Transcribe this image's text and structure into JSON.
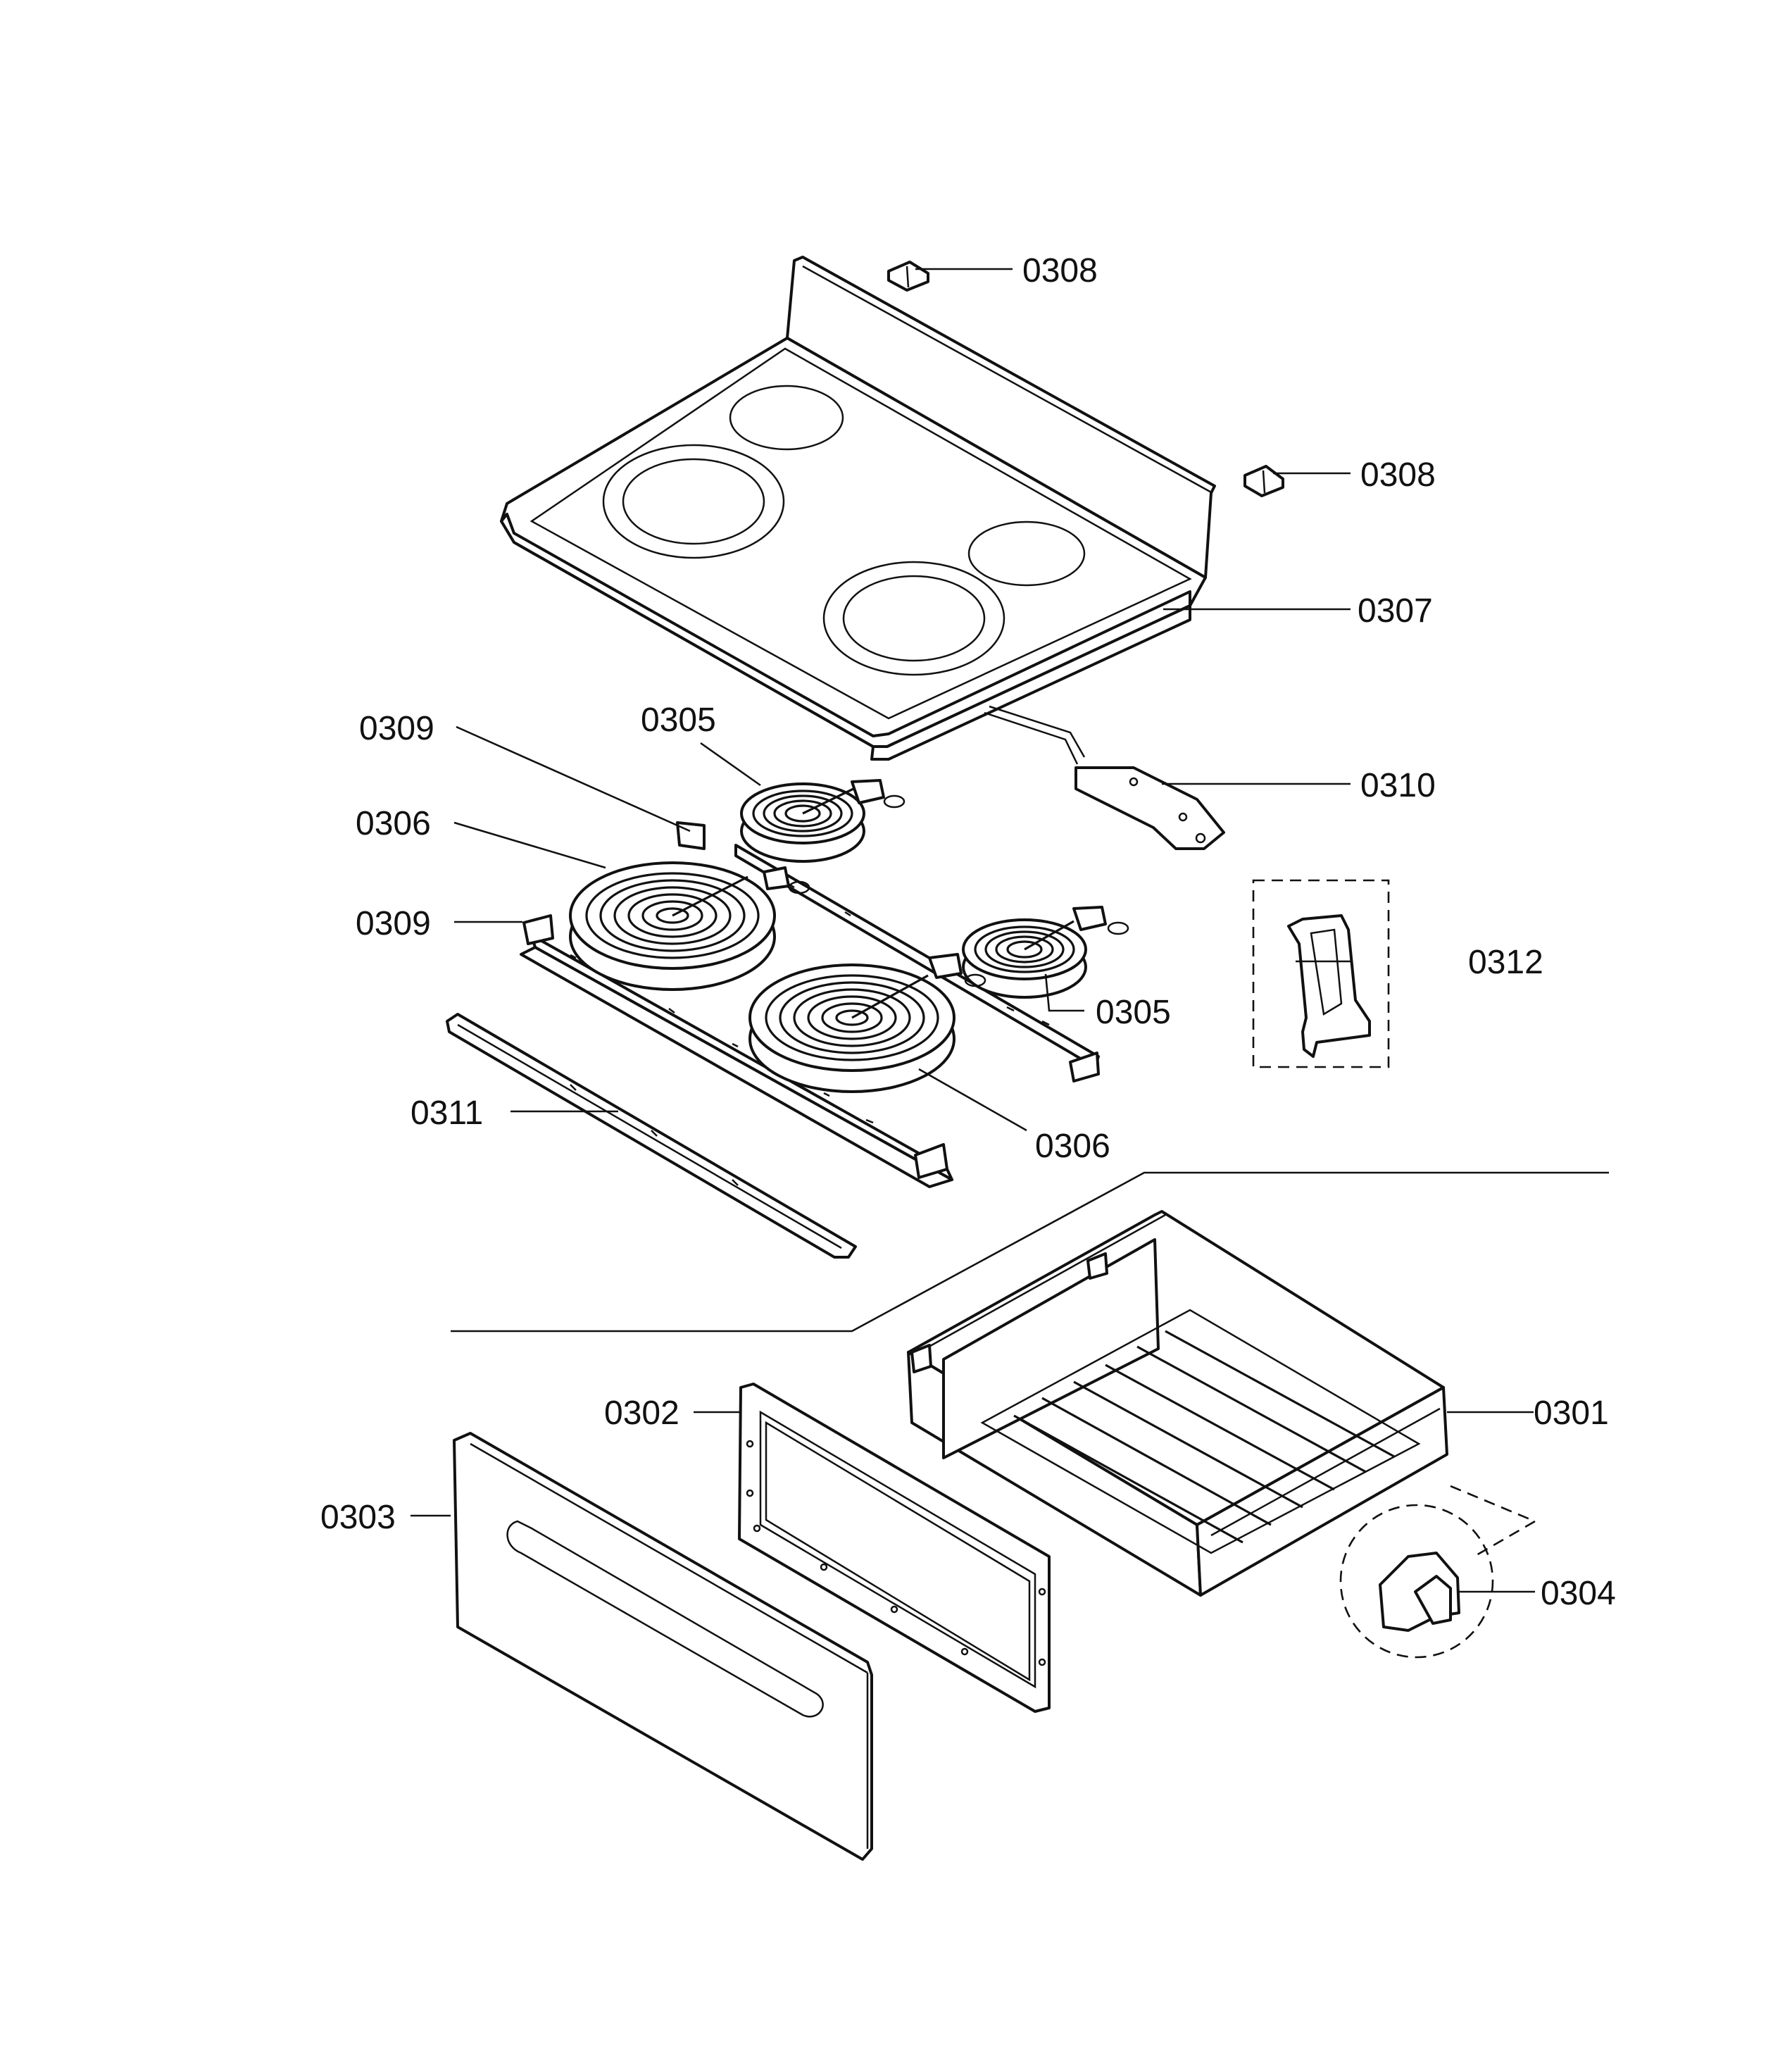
{
  "callouts": {
    "c0301": "0301",
    "c0302": "0302",
    "c0303": "0303",
    "c0304": "0304",
    "c0305a": "0305",
    "c0305b": "0305",
    "c0306a": "0306",
    "c0306b": "0306",
    "c0307": "0307",
    "c0308a": "0308",
    "c0308b": "0308",
    "c0309a": "0309",
    "c0309b": "0309",
    "c0310": "0310",
    "c0311": "0311",
    "c0312": "0312"
  }
}
